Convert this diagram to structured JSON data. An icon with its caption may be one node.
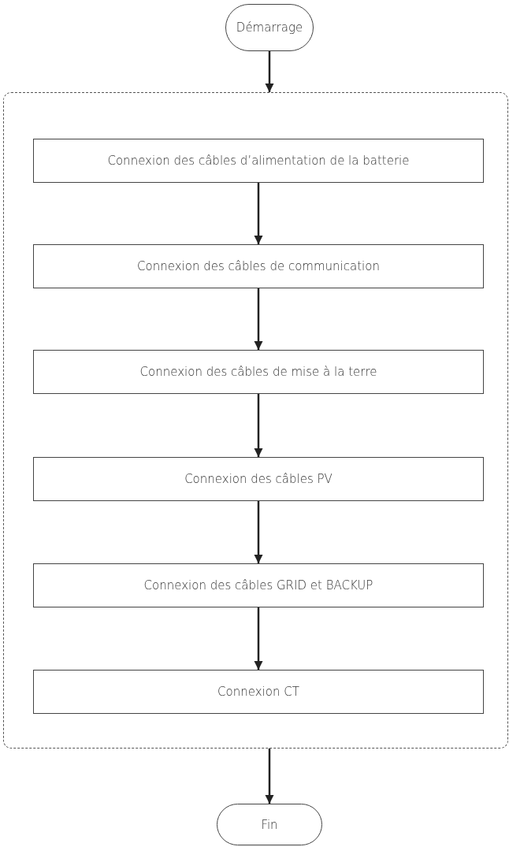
{
  "diagram": {
    "nodes": [
      {
        "text": [
          "Démarrage"
        ]
      },
      {
        "text": [],
        "shape": "box"
      },
      {
        "text": [
          "Connexion des câbles d’alimentation de la batterie"
        ],
        "in": 1
      },
      {
        "text": [
          "Connexion des câbles de communication"
        ],
        "in": 1
      },
      {
        "text": [
          "Connexion des câbles de mise à la terre"
        ],
        "in": 1
      },
      {
        "text": [
          "Connexion des câbles PV"
        ],
        "in": 1
      },
      {
        "text": [
          "Connexion des câbles GRID et BACKUP"
        ],
        "in": 1
      },
      {
        "text": [
          "Connexion CT"
        ],
        "in": 1
      },
      {
        "text": [
          "Fin"
        ]
      }
    ],
    "edges": [
      {
        "from": 0,
        "to": 1,
        "arrow": "to"
      },
      {
        "from": 2,
        "to": 3,
        "arrow": "to"
      },
      {
        "from": 3,
        "to": 4,
        "arrow": "to"
      },
      {
        "from": 4,
        "to": 5,
        "arrow": "to"
      },
      {
        "from": 5,
        "to": 6,
        "arrow": "to"
      },
      {
        "from": 6,
        "to": 7,
        "arrow": "to"
      },
      {
        "from": 1,
        "to": 8,
        "arrow": "to"
      }
    ]
  }
}
